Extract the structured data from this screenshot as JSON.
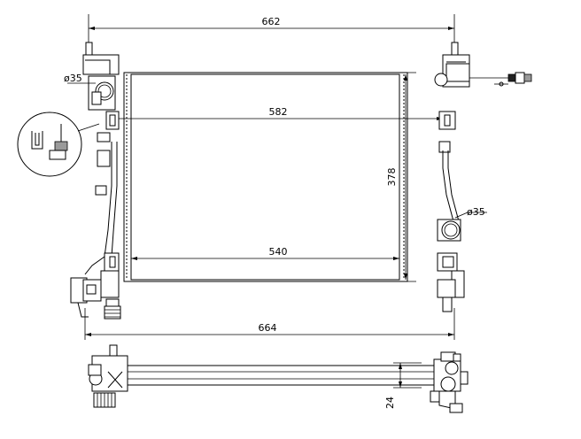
{
  "dimensions": {
    "top_width": "662",
    "core_width": "582",
    "core_height": "378",
    "inner_width": "540",
    "overall_width": "664",
    "thickness": "24"
  },
  "ports": {
    "inlet_diameter": "ø35",
    "outlet_diameter": "ø35"
  }
}
